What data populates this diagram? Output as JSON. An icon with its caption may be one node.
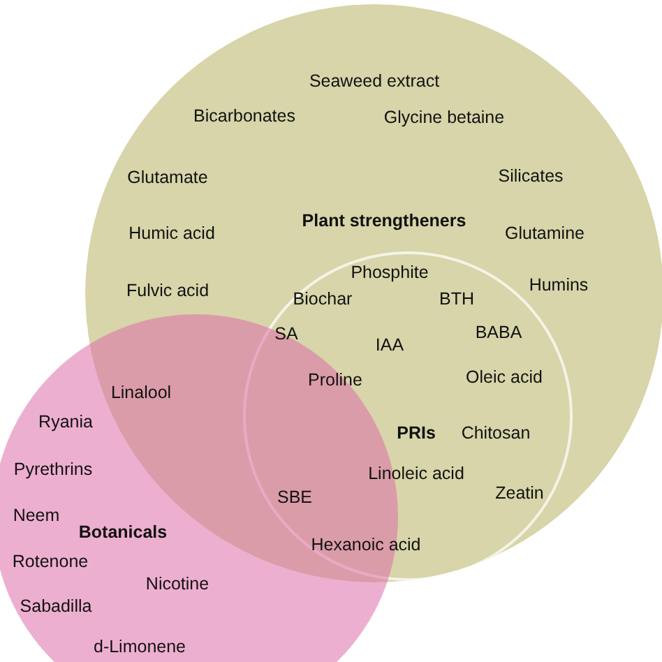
{
  "diagram": {
    "nodes": [
      {
        "text": [
          "Plant strengtheners"
        ]
      },
      {
        "text": [
          "PRIs"
        ],
        "in": 0
      },
      {
        "text": [
          "Botanicals"
        ]
      }
    ],
    "labels": [
      "Seaweed extract",
      "Bicarbonates",
      "Glycine betaine",
      "Glutamate",
      "Silicates",
      "Humic acid",
      "Glutamine",
      "Phosphite",
      "Fulvic acid",
      "Humins",
      "Biochar",
      "BTH",
      "SA",
      "IAA",
      "BABA",
      "Proline",
      "Oleic acid",
      "Linalool",
      "Ryania",
      "Chitosan",
      "Pyrethrins",
      "Linoleic acid",
      "SBE",
      "Neem",
      "Zeatin",
      "Rotenone",
      "Nicotine",
      "Hexanoic acid",
      "Sabadilla",
      "d-Limonene"
    ]
  }
}
